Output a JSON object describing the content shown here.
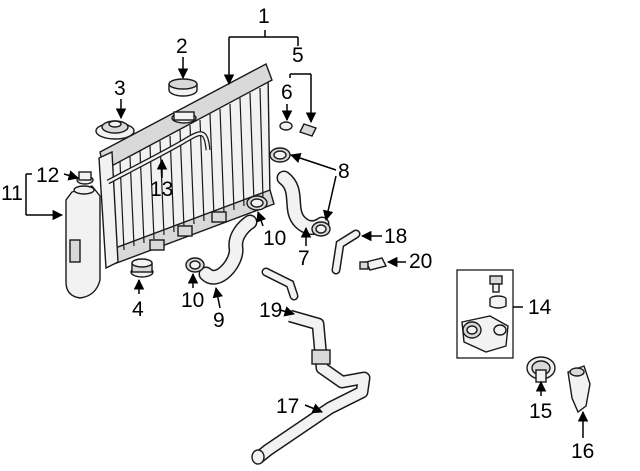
{
  "callouts": {
    "c1": "1",
    "c2": "2",
    "c3": "3",
    "c4": "4",
    "c5": "5",
    "c6": "6",
    "c7": "7",
    "c8": "8",
    "c9": "9",
    "c10a": "10",
    "c10b": "10",
    "c11": "11",
    "c12": "12",
    "c13": "13",
    "c14": "14",
    "c15": "15",
    "c16": "16",
    "c17": "17",
    "c18": "18",
    "c19": "19",
    "c20": "20"
  },
  "colors": {
    "line": "#000000",
    "part_fill": "#f2f2f2",
    "part_shade": "#d9d9d9",
    "background": "#ffffff"
  }
}
